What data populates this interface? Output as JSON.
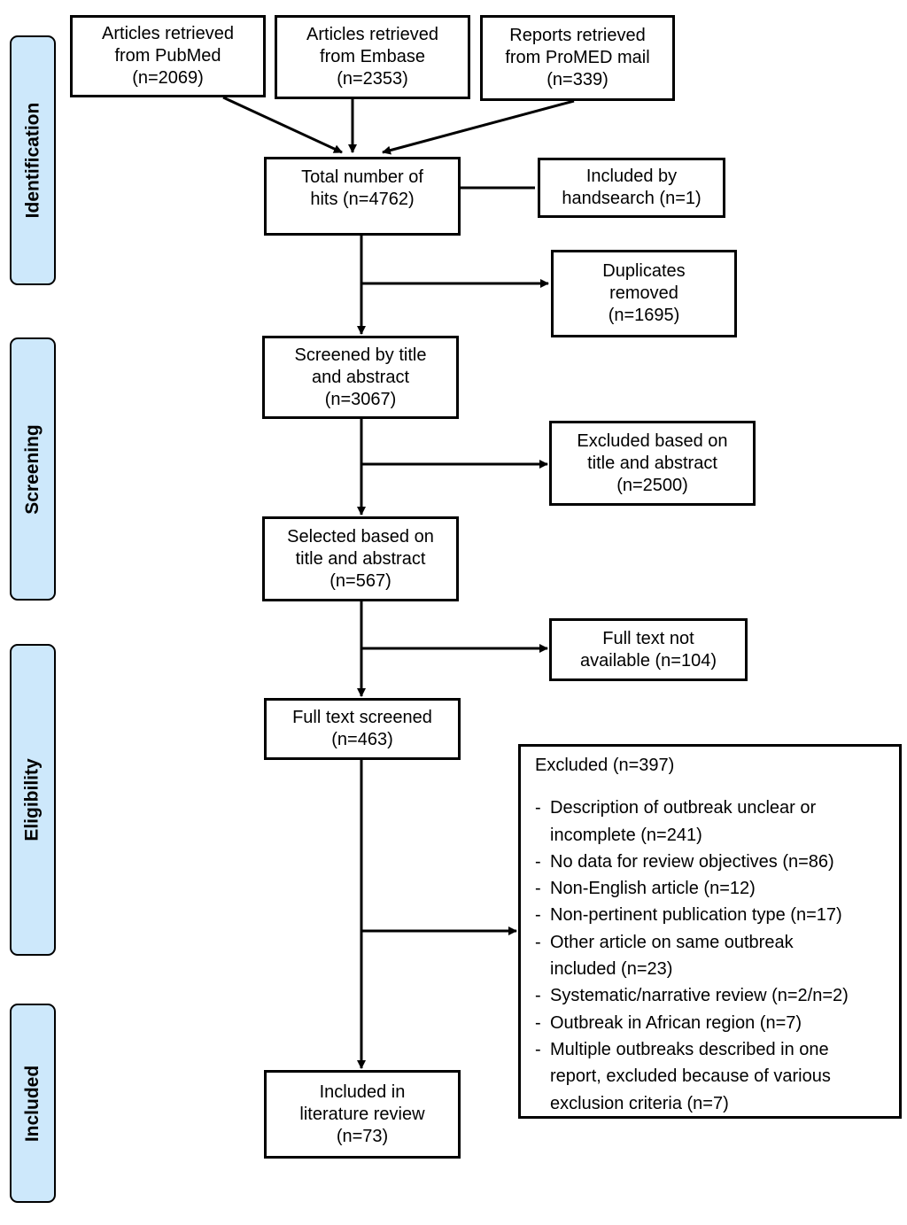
{
  "stages": {
    "identification": "Identification",
    "screening": "Screening",
    "eligibility": "Eligibility",
    "included": "Included"
  },
  "boxes": {
    "pubmed": [
      "Articles retrieved",
      "from PubMed",
      "(n=2069)"
    ],
    "embase": [
      "Articles retrieved",
      "from Embase",
      "(n=2353)"
    ],
    "promed": [
      "Reports retrieved",
      "from ProMED mail",
      "(n=339)"
    ],
    "total_hits": [
      "Total number of",
      "hits (n=4762)"
    ],
    "handsearch": [
      "Included by",
      "handsearch (n=1)"
    ],
    "duplicates": [
      "Duplicates",
      "removed",
      "(n=1695)"
    ],
    "screened": [
      "Screened by title",
      "and abstract",
      "(n=3067)"
    ],
    "excluded_title": [
      "Excluded based on",
      "title and abstract",
      "(n=2500)"
    ],
    "selected": [
      "Selected based on",
      "title and abstract",
      "(n=567)"
    ],
    "not_available": [
      "Full text not",
      "available (n=104)"
    ],
    "fulltext": [
      "Full text screened",
      "(n=463)"
    ],
    "included": [
      "Included in",
      "literature review",
      "(n=73)"
    ]
  },
  "excluded": {
    "header": "Excluded (n=397)",
    "items": [
      [
        "Description of outbreak unclear or",
        "incomplete (n=241)"
      ],
      [
        "No data for review objectives (n=86)"
      ],
      [
        "Non-English article (n=12)"
      ],
      [
        "Non-pertinent publication type (n=17)"
      ],
      [
        "Other article on same outbreak",
        "included (n=23)"
      ],
      [
        "Systematic/narrative review (n=2/n=2)"
      ],
      [
        "Outbreak in African region (n=7)"
      ],
      [
        "Multiple outbreaks described in one",
        "report, excluded because of various",
        "exclusion criteria (n=7)"
      ]
    ]
  }
}
